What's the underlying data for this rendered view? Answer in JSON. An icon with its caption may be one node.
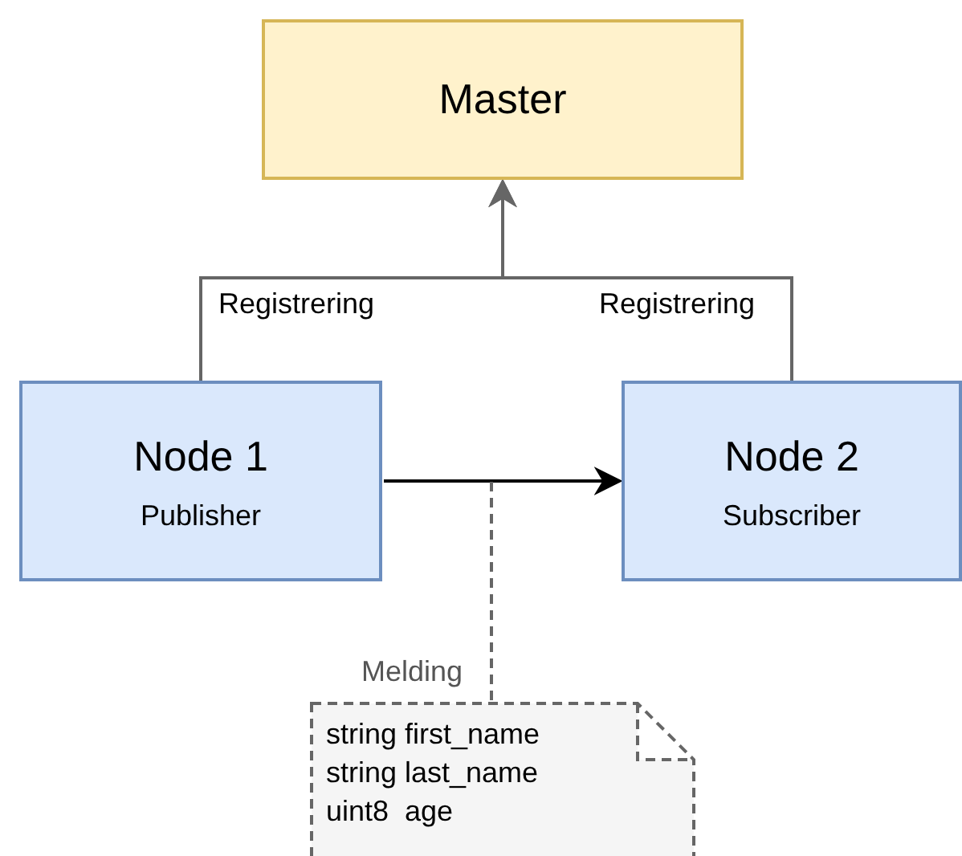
{
  "diagram": {
    "nodes": [
      {
        "text": [
          "Master"
        ]
      },
      {
        "text": [
          "Node 1",
          "Publisher"
        ]
      },
      {
        "text": [
          "Node 2",
          "Subscriber"
        ]
      },
      {
        "text": [
          "Melding",
          "string first_name",
          "string last_name",
          "uint8  age"
        ]
      }
    ],
    "edges": [
      {
        "from": 1,
        "to": 0,
        "arrow": "to",
        "label": "Registrering"
      },
      {
        "from": 2,
        "to": 0,
        "arrow": "to",
        "label": "Registrering"
      },
      {
        "from": 1,
        "to": 2,
        "arrow": "to",
        "color": "#000000"
      },
      {
        "from": 3,
        "to": null,
        "arrow": "none",
        "style": "dashed"
      }
    ]
  }
}
